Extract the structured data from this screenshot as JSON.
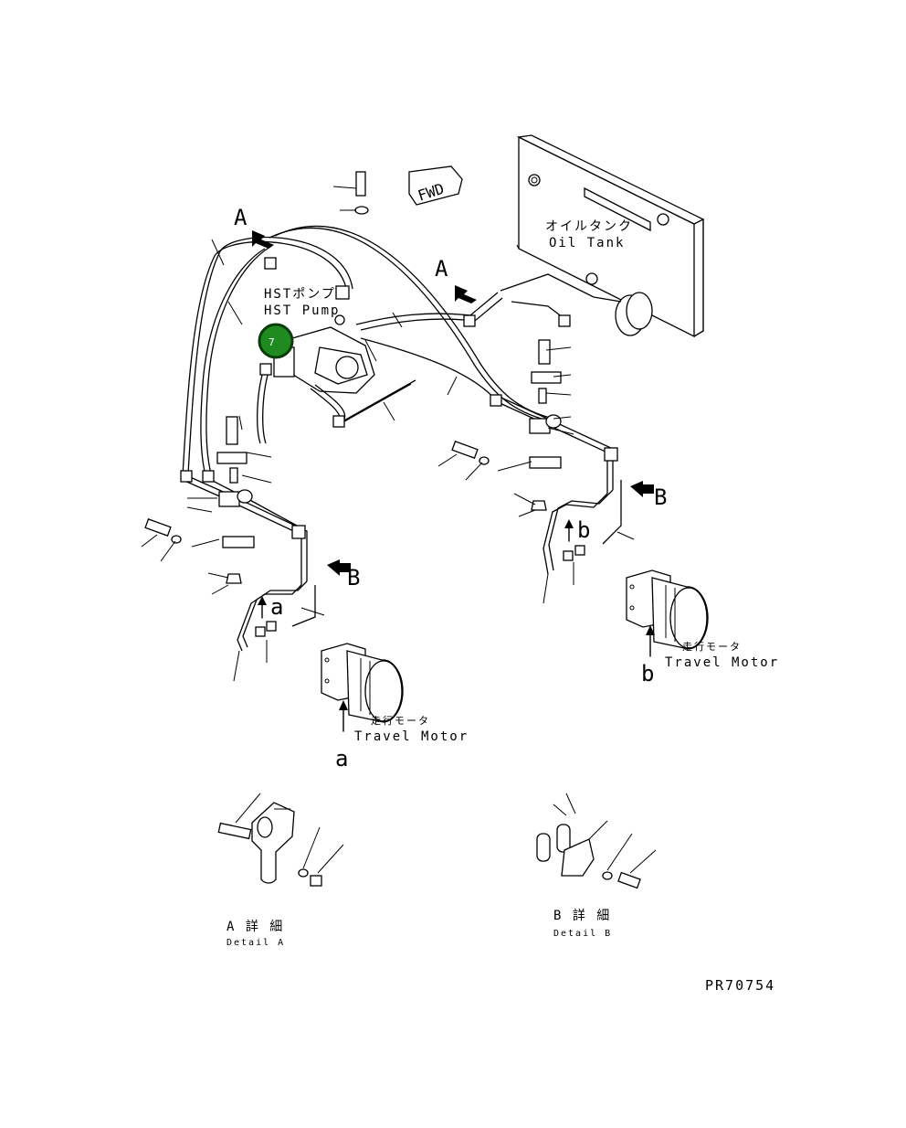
{
  "drawing": {
    "fwd_label": "FWD",
    "oil_tank_jp": "オイルタンク",
    "oil_tank_en": "Oil Tank",
    "hst_pump_jp": "HSTポンプ",
    "hst_pump_en": "HST Pump",
    "callout_number": "7",
    "callout_color": "#1f8a1f",
    "view_a": "A",
    "view_b": "B",
    "motor_a_letter": "a",
    "motor_b_letter": "b",
    "travel_motor_jp": "走行モータ",
    "travel_motor_en": "Travel Motor",
    "detail_a_jp": "A 詳 細",
    "detail_a_en": "Detail A",
    "detail_b_jp": "B 詳 細",
    "detail_b_en": "Detail B",
    "drawing_number": "PR70754"
  }
}
